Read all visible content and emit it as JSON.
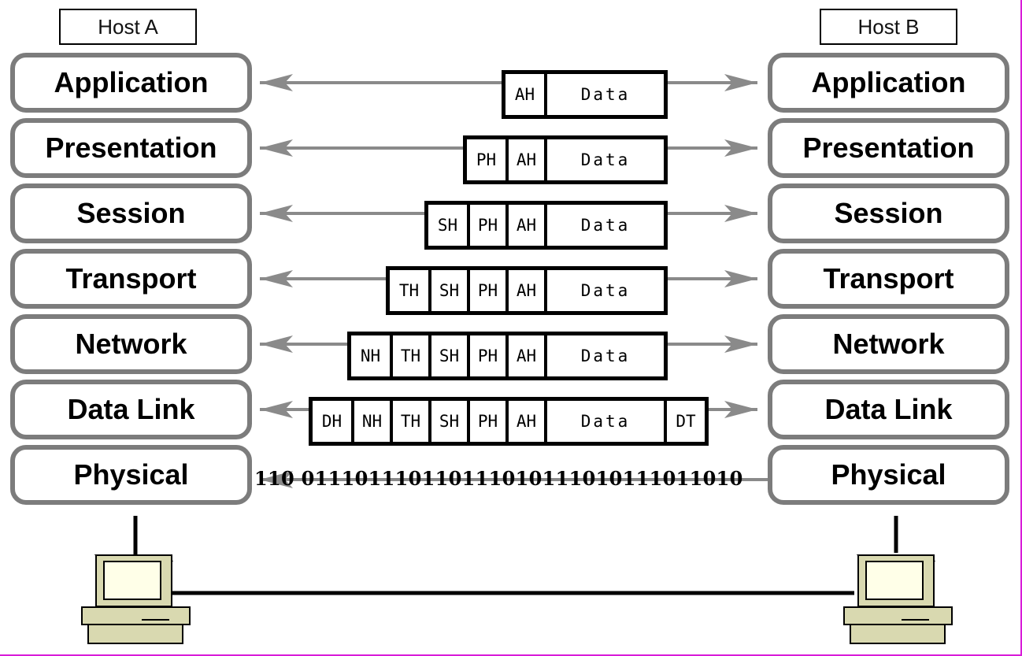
{
  "hosts": {
    "a": {
      "title": "Host A"
    },
    "b": {
      "title": "Host B"
    }
  },
  "layers": [
    {
      "name": "Application",
      "headers": [
        "AH"
      ],
      "trailer": ""
    },
    {
      "name": "Presentation",
      "headers": [
        "PH",
        "AH"
      ],
      "trailer": ""
    },
    {
      "name": "Session",
      "headers": [
        "SH",
        "PH",
        "AH"
      ],
      "trailer": ""
    },
    {
      "name": "Transport",
      "headers": [
        "TH",
        "SH",
        "PH",
        "AH"
      ],
      "trailer": ""
    },
    {
      "name": "Network",
      "headers": [
        "NH",
        "TH",
        "SH",
        "PH",
        "AH"
      ],
      "trailer": ""
    },
    {
      "name": "Data Link",
      "headers": [
        "DH",
        "NH",
        "TH",
        "SH",
        "PH",
        "AH"
      ],
      "trailer": "DT"
    },
    {
      "name": "Physical",
      "headers": [],
      "trailer": ""
    }
  ],
  "data_label": "Data",
  "bitstream": "110 01110111011011101011101011101​1010",
  "colors": {
    "layer_border": "#7c7c7c",
    "arrow": "#8a8a8a",
    "pdu_border": "#000000",
    "computer_screen": "#ffffe8",
    "computer_body": "#d9d9b0",
    "frame": "#d81bd8"
  },
  "icons": [
    "arrow-left-icon",
    "arrow-right-icon",
    "computer-icon"
  ]
}
